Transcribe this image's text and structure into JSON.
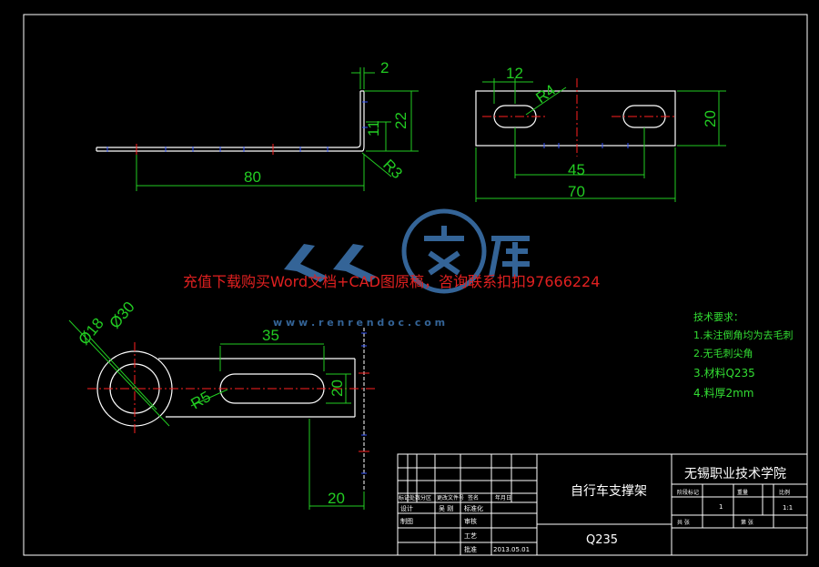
{
  "dimensions": {
    "side_thickness": "2",
    "side_half_height": "11",
    "side_height": "22",
    "side_length": "80",
    "side_bend_radius": "R3",
    "top_slot_offset": "12",
    "top_slot_radius": "R4",
    "top_height": "20",
    "top_slot_spacing": "45",
    "top_length": "70",
    "ring_inner_diameter": "Ø18",
    "ring_outer_diameter": "Ø30",
    "arm_slot_length": "35",
    "arm_slot_radius": "R5",
    "arm_width": "20",
    "arm_offset": "20"
  },
  "watermark": {
    "banner": "充值下载购买Word文档+CAD图原稿，咨询联系扣扣97666224",
    "logo_text": "人人文库",
    "url": "w w w . r e n r e n d o c . c o m"
  },
  "notes": {
    "title": "技术要求：",
    "items": [
      "1.未注倒角均为去毛刺",
      "2.无毛刺尖角",
      "3.材料Q235",
      "4.料厚2mm"
    ]
  },
  "title_block": {
    "part_name": "自行车支撑架",
    "material": "Q235",
    "school": "无锡职业技术学院",
    "cells": {
      "mark": "标记",
      "qty": "处数",
      "zone": "分区",
      "change_doc": "更改文件号",
      "signature": "签名",
      "date_label": "年月日",
      "design": "设计",
      "designer": "吴 刚",
      "standardize": "标准化",
      "drafting": "制图",
      "review": "审核",
      "process": "工艺",
      "approve": "批准",
      "date": "2013.05.01",
      "stage_mark": "阶段标记",
      "weight": "重量",
      "scale": "比例",
      "scale_value": "1:1",
      "quantity": "1",
      "sheet_total": "共 张",
      "sheet_no": "第 张"
    }
  },
  "colors": {
    "background": "#000000",
    "outline": "#ffffff",
    "dimension": "#22cc22",
    "centerline": "#ff2020",
    "watermark_blue": "#3a6fa8",
    "notes": "#33dd33"
  }
}
